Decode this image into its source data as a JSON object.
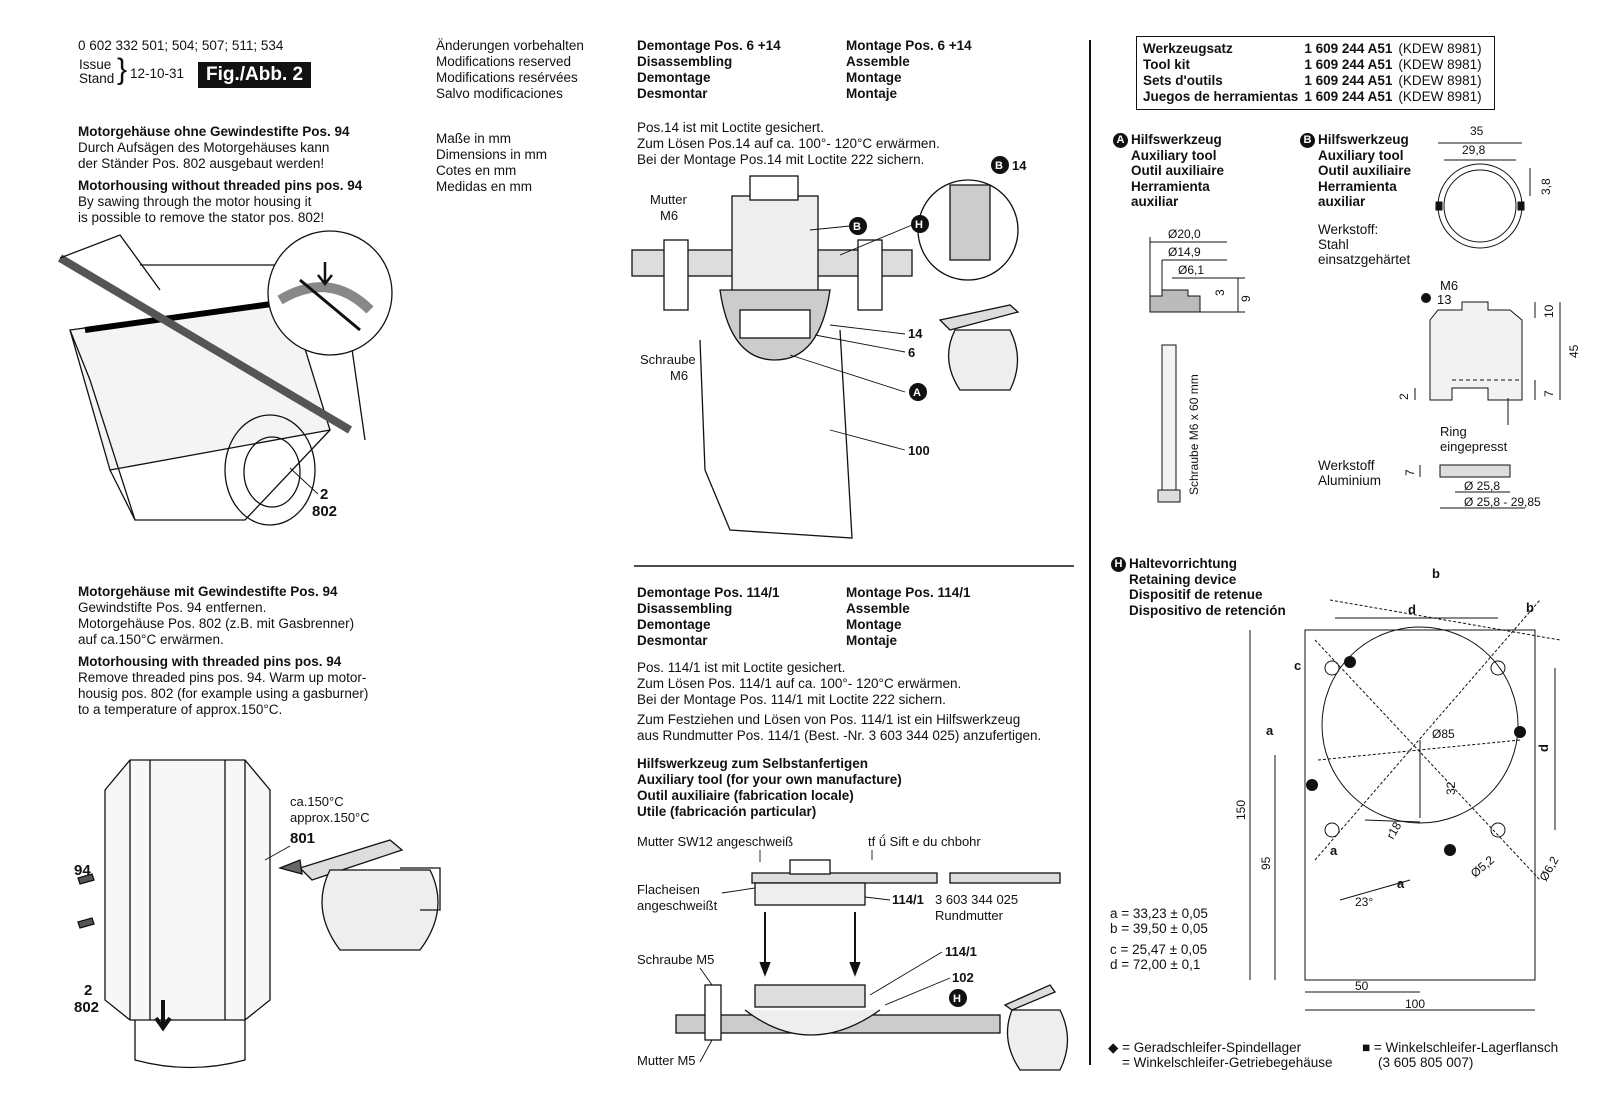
{
  "header": {
    "part_numbers": "0 602 332 501; 504; 507; 511; 534",
    "issue": "Issue",
    "stand": "Stand",
    "date": "12-10-31",
    "fig": "Fig./Abb. 2"
  },
  "changes": {
    "l1": "Änderungen vorbehalten",
    "l2": "Modifications reserved",
    "l3": "Modifications resérvées",
    "l4": "Salvo modificaciones"
  },
  "dims_note": {
    "l1": "Maße in mm",
    "l2": "Dimensions in mm",
    "l3": "Cotes en mm",
    "l4": "Medidas en mm"
  },
  "sec1": {
    "title_de": "Motorgehäuse ohne Gewindestifte Pos. 94",
    "de1": "Durch Aufsägen des Motorgehäuses kann",
    "de2": "der Ständer Pos. 802 ausgebaut werden!",
    "title_en": "Motorhousing without threaded pins pos. 94",
    "en1": "By sawing through the motor housing it",
    "en2": "is possible to remove the stator pos. 802!",
    "fig_label1": "2",
    "fig_label2": "802"
  },
  "sec2": {
    "title_de": "Motorgehäuse mit Gewindestifte Pos. 94",
    "de1": "Gewindstifte Pos. 94 entfernen.",
    "de2": "Motorgehäuse Pos. 802 (z.B. mit Gasbrenner)",
    "de3": "auf ca.150°C erwärmen.",
    "title_en": "Motorhousing with threaded pins pos. 94",
    "en1": "Remove threaded pins pos. 94. Warm up motor-",
    "en2": "housig pos. 802 (for example using a gasburner)",
    "en3": "to a temperature of approx.150°C.",
    "temp1": "ca.150°C",
    "temp2": "approx.150°C",
    "lbl801": "801",
    "lbl94": "94",
    "lbl2": "2",
    "lbl802": "802"
  },
  "sec3": {
    "dem1": "Demontage Pos. 6 +14",
    "dem2": "Disassembling",
    "dem3": "Demontage",
    "dem4": "Desmontar",
    "mon1": "Montage Pos. 6 +14",
    "mon2": "Assemble",
    "mon3": "Montage",
    "mon4": "Montaje",
    "n1": "Pos.14 ist mit Loctite gesichert.",
    "n2": "Zum Lösen Pos.14 auf ca. 100°- 120°C erwärmen.",
    "n3": "Bei der Montage Pos.14 mit Loctite 222 sichern.",
    "mutter": "Mutter",
    "m6a": "M6",
    "schraube": "Schraube",
    "m6b": "M6",
    "l14a": "14",
    "l14b": "14",
    "l6": "6",
    "l100": "100",
    "B": "B",
    "H": "H",
    "A": "A"
  },
  "sec4": {
    "dem1": "Demontage Pos. 114/1",
    "dem2": "Disassembling",
    "dem3": "Demontage",
    "dem4": "Desmontar",
    "mon1": "Montage Pos. 114/1",
    "mon2": "Assemble",
    "mon3": "Montage",
    "mon4": "Montaje",
    "n1": "Pos. 114/1 ist mit Loctite gesichert.",
    "n2": "Zum Lösen Pos. 114/1 auf ca. 100°- 120°C erwärmen.",
    "n3": "Bei der Montage Pos. 114/1 mit Loctite 222 sichern.",
    "n4": "Zum Festziehen und Lösen von Pos.  114/1 ist ein Hilfswerkzeug",
    "n5": "aus Rundmutter Pos. 114/1 (Best. -Nr. 3 603 344 025) anzufertigen.",
    "h1": "Hilfswerkzeug zum Selbstanfertigen",
    "h2": "Auxiliary tool (for your own manufacture)",
    "h3": "Outil auxiliaire (fabrication locale)",
    "h4": "Utile (fabricación particular)",
    "mutter_sw": "Mutter SW12 angeschweiß",
    "stift": "tf ǘ  Sift e du chbohr",
    "flach1": "Flacheisen",
    "flach2": "angeschweißt",
    "p1141": "114/1",
    "rund_nr": "3 603 344 025",
    "rund": "Rundmutter",
    "schraube_m5": "Schraube M5",
    "p1141b": "114/1",
    "p102": "102",
    "mutter_m5": "Mutter M5",
    "H": "H"
  },
  "toolkit": {
    "rows": [
      {
        "name": "Werkzeugsatz",
        "nr": "1 609 244 A51",
        "code": "(KDEW 8981)"
      },
      {
        "name": "Tool kit",
        "nr": "1 609 244 A51",
        "code": "(KDEW 8981)"
      },
      {
        "name": "Sets d'outils",
        "nr": "1 609 244 A51",
        "code": "(KDEW 8981)"
      },
      {
        "name": "Juegos de herramientas",
        "nr": "1 609 244 A51",
        "code": "(KDEW 8981)"
      }
    ]
  },
  "toolA": {
    "badge": "A",
    "l1": "Hilfswerkzeug",
    "l2": "Auxiliary tool",
    "l3": "Outil auxiliaire",
    "l4": "Herramienta",
    "l5": "auxiliar",
    "d1": "Ø20,0",
    "d2": "Ø14,9",
    "d3": "Ø6,1",
    "d4": "3",
    "d5": "9",
    "screw": "Schraube M6 x 60 mm"
  },
  "toolB": {
    "badge": "B",
    "l1": "Hilfswerkzeug",
    "l2": "Auxiliary tool",
    "l3": "Outil auxiliaire",
    "l4": "Herramienta",
    "l5": "auxiliar",
    "w1": "Werkstoff:",
    "w2": "Stahl",
    "w3": "einsatzgehärtet",
    "d35": "35",
    "d298": "29,8",
    "d38": "3,8",
    "m6": "M6",
    "p13": "13",
    "d10": "10",
    "d45": "45",
    "d2": "2",
    "d7": "7",
    "ring1": "Ring",
    "ring2": "eingepresst",
    "wa1": "Werkstoff",
    "wa2": "Aluminium",
    "d7b": "7",
    "r1": "Ø 25,8",
    "r2": "Ø 25,8 - 29,85"
  },
  "holder": {
    "badge": "H",
    "l1": "Haltevorrichtung",
    "l2": "Retaining device",
    "l3": "Dispositif de retenue",
    "l4": "Dispositivo de retención",
    "b1": "b",
    "b2": "b",
    "d1": "d",
    "d2": "d",
    "c": "c",
    "a1": "a",
    "a2": "a",
    "a3": "a",
    "d85": "Ø85",
    "d32": "32",
    "r18": "r18",
    "d52": "Ø5,2",
    "d62": "Ø6,2",
    "ang": "23°",
    "d150": "150",
    "d95": "95",
    "d50": "50",
    "d100": "100",
    "va": "a  = 33,23 ± 0,05",
    "vb": "b  = 39,50 ± 0,05",
    "vc": "c  = 25,47 ± 0,05",
    "vd": "d  = 72,00 ± 0,1",
    "leg1a": "= Geradschleifer-Spindellager",
    "leg1b": "= Winkelschleifer-Getriebegehäuse",
    "leg2a": "= Winkelschleifer-Lagerflansch",
    "leg2b": "(3 605 805 007)"
  }
}
